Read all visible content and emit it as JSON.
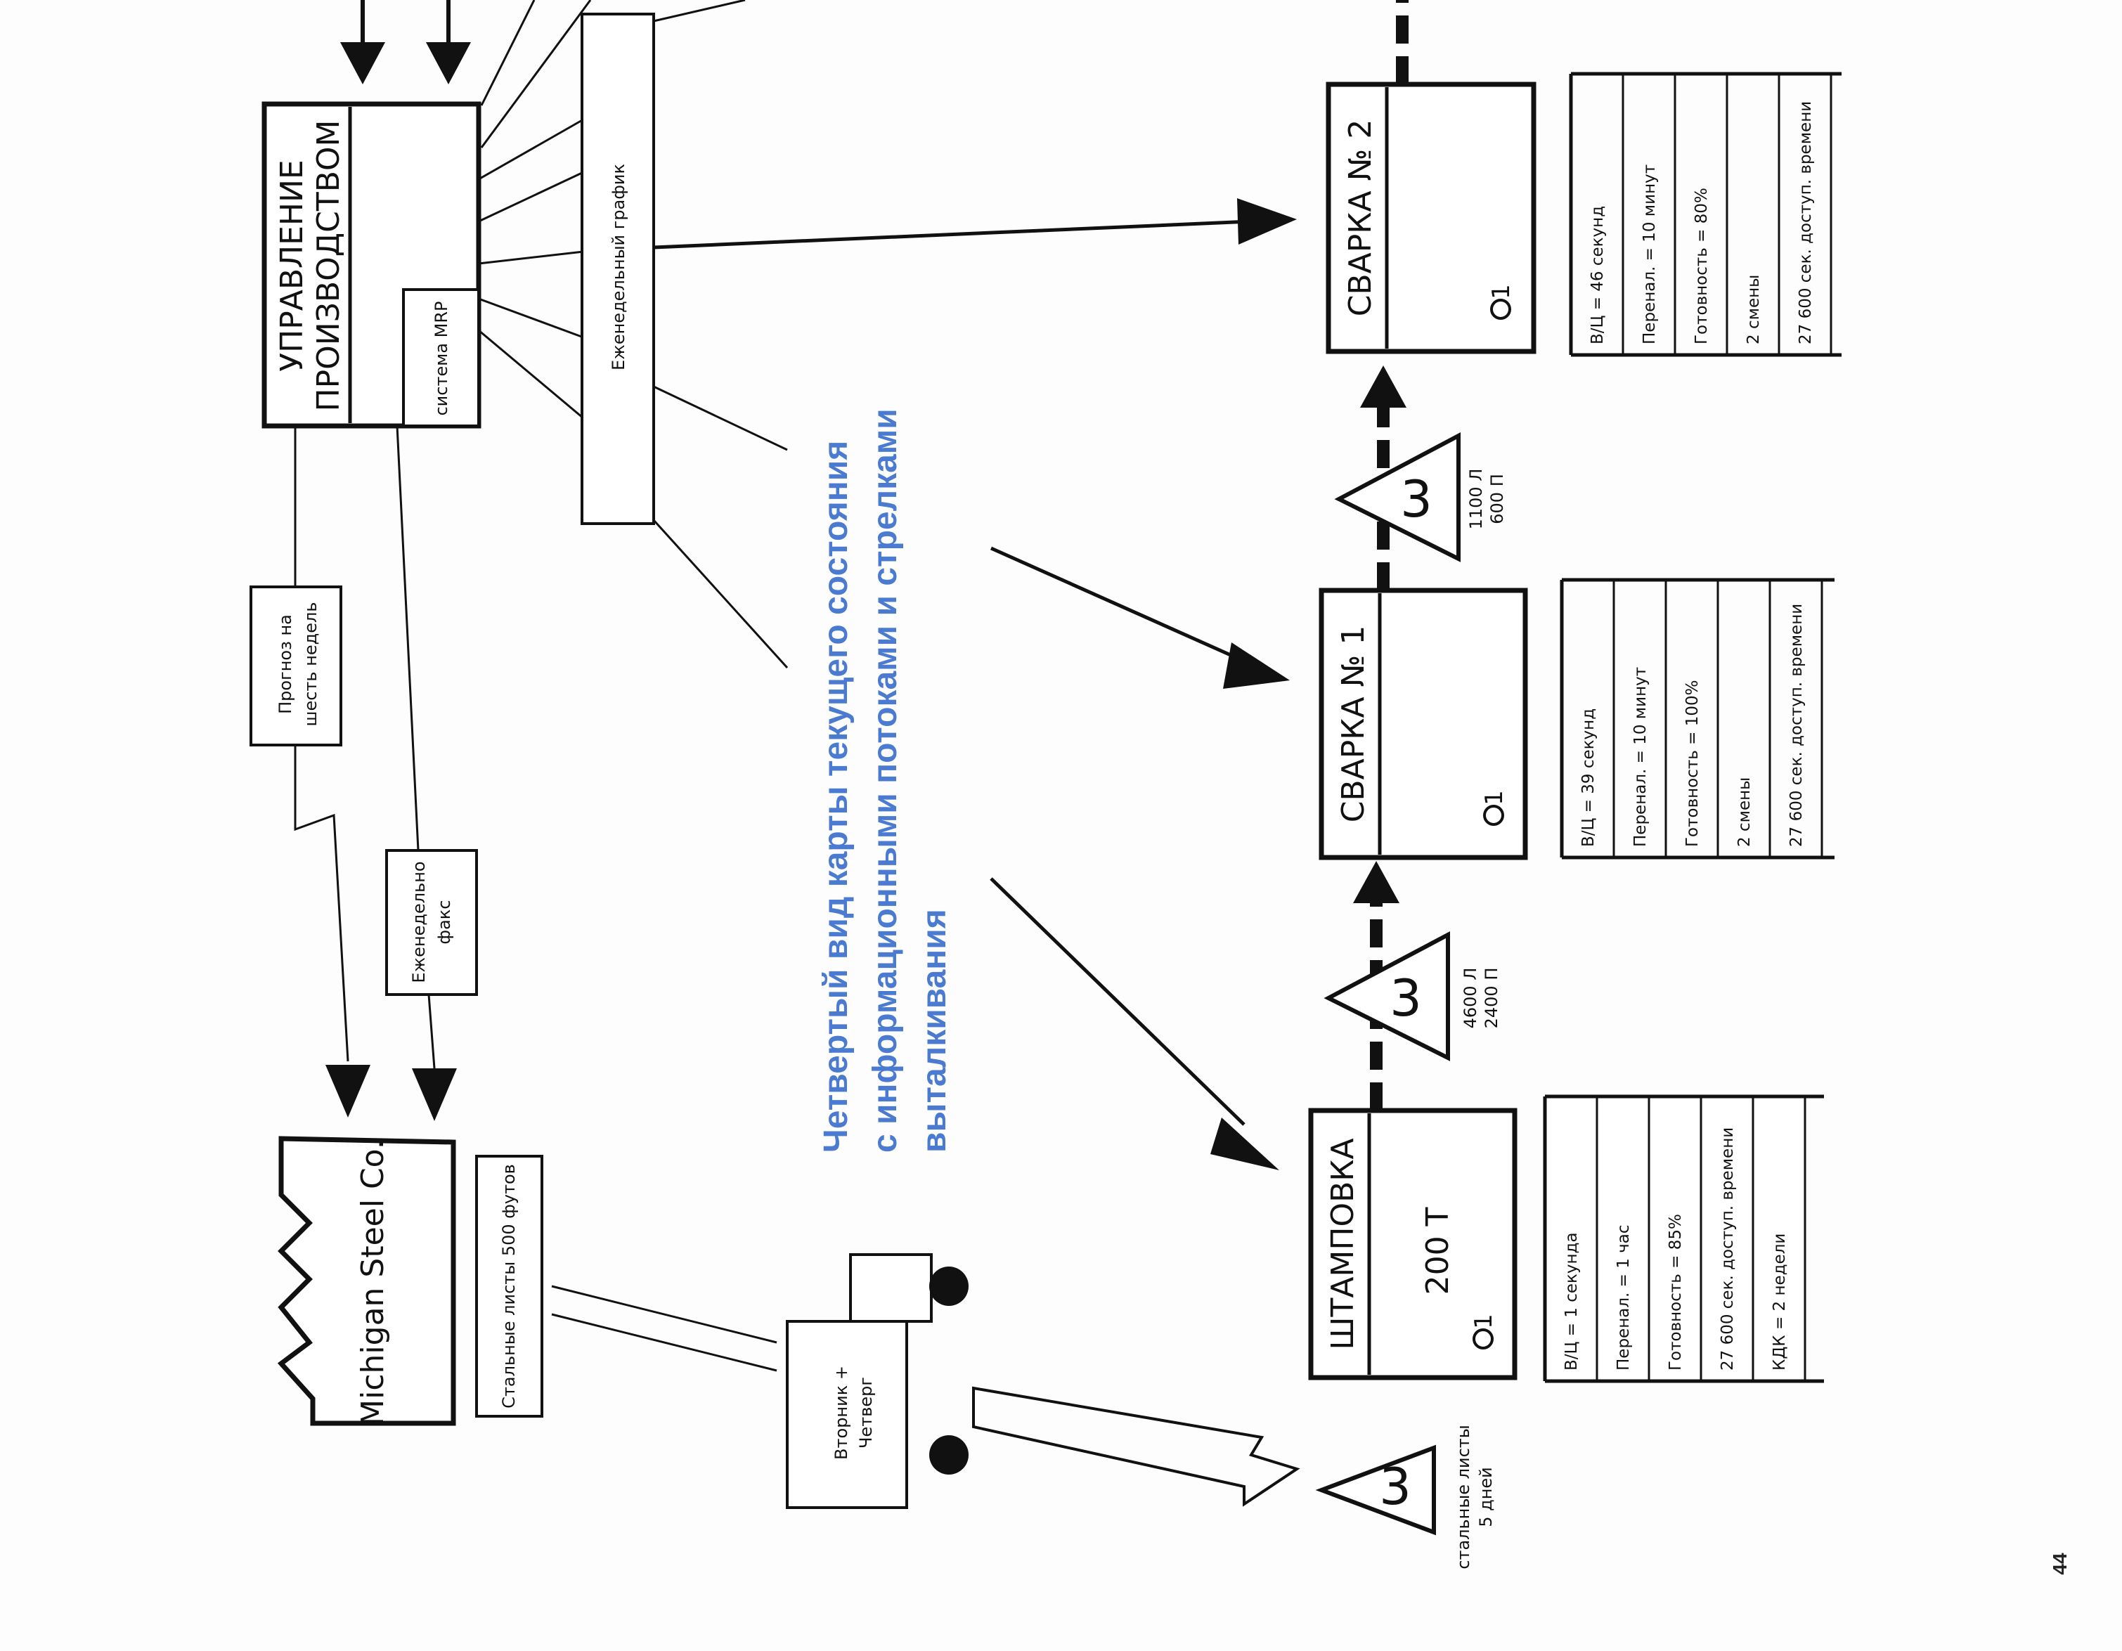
{
  "production_control": {
    "title_line1": "УПРАВЛЕНИЕ",
    "title_line2": "ПРОИЗВОДСТВОМ",
    "mrp_label": "система MRP"
  },
  "weekly_schedule_label": "Еженедельный график",
  "forecast_label_line1": "Прогноз на",
  "forecast_label_line2": "шесть недель",
  "weekly_fax_line1": "Еженедельно",
  "weekly_fax_line2": "факс",
  "supplier": {
    "name": "Michigan Steel Co.",
    "note": "Стальные листы 500 футов"
  },
  "truck": {
    "line1": "Вторник +",
    "line2": "Четверг"
  },
  "raw_inventory": {
    "line1": "стальные листы",
    "line2": "5 дней"
  },
  "caption": {
    "line1": "Четвертый вид карты текущего состояния",
    "line2": "с информационными потоками и стрелками",
    "line3": "выталкивания"
  },
  "processes": [
    {
      "name": "ШТАМПОВКА",
      "body": "200 Т",
      "operators": "1",
      "data": [
        "В/Ц = 1 секунда",
        "Перенал. = 1 час",
        "Готовность = 85%",
        "27 600 сек. доступ. времени",
        "КДК = 2 недели"
      ]
    },
    {
      "name": "СВАРКА № 1",
      "body": "",
      "operators": "1",
      "data": [
        "В/Ц = 39 секунд",
        "Перенал. = 10 минут",
        "Готовность = 100%",
        "2 смены",
        "27 600 сек. доступ. времени"
      ]
    },
    {
      "name": "СВАРКА № 2",
      "body": "",
      "operators": "1",
      "data": [
        "В/Ц = 46 секунд",
        "Перенал. = 10 минут",
        "Готовность = 80%",
        "2 смены",
        "27 600 сек. доступ. времени"
      ]
    }
  ],
  "inventory_1": {
    "line1": "4600 Л",
    "line2": "2400 П"
  },
  "inventory_2": {
    "line1": "1100 Л",
    "line2": "600 П"
  },
  "inventory_symbol": "3",
  "operator_icon": "operator-icon",
  "page_number": "44"
}
